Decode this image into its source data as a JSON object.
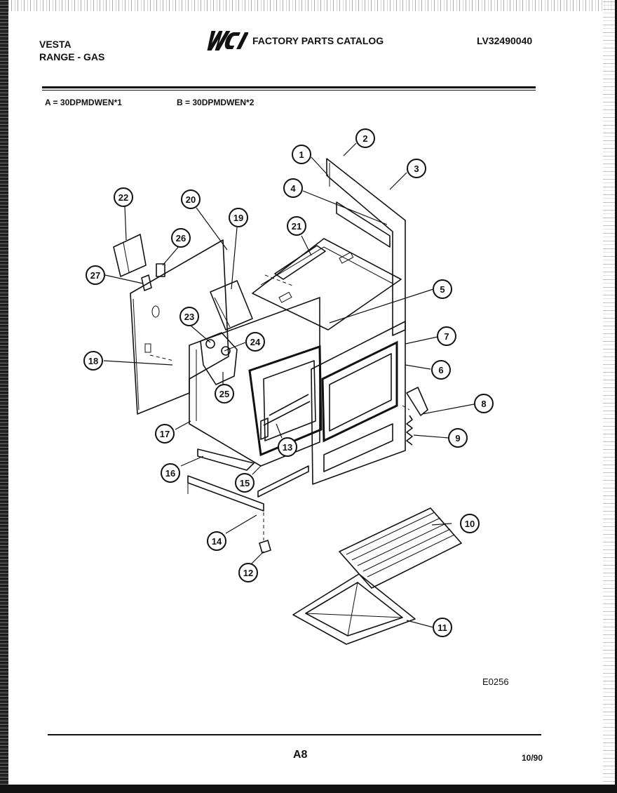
{
  "header": {
    "brand": "VESTA",
    "product_type": "RANGE - GAS",
    "logo_text": "WCI",
    "catalog_title": "FACTORY PARTS CATALOG",
    "model_number": "LV32490040",
    "variant_a": "A = 30DPMDWEN*1",
    "variant_b": "B = 30DPMDWEN*2"
  },
  "diagram": {
    "code": "E0256",
    "callouts": [
      "1",
      "2",
      "3",
      "4",
      "5",
      "6",
      "7",
      "8",
      "9",
      "10",
      "11",
      "12",
      "13",
      "14",
      "15",
      "16",
      "17",
      "18",
      "19",
      "20",
      "21",
      "22",
      "23",
      "24",
      "25",
      "26",
      "27"
    ]
  },
  "footer": {
    "page": "A8",
    "date": "10/90"
  }
}
